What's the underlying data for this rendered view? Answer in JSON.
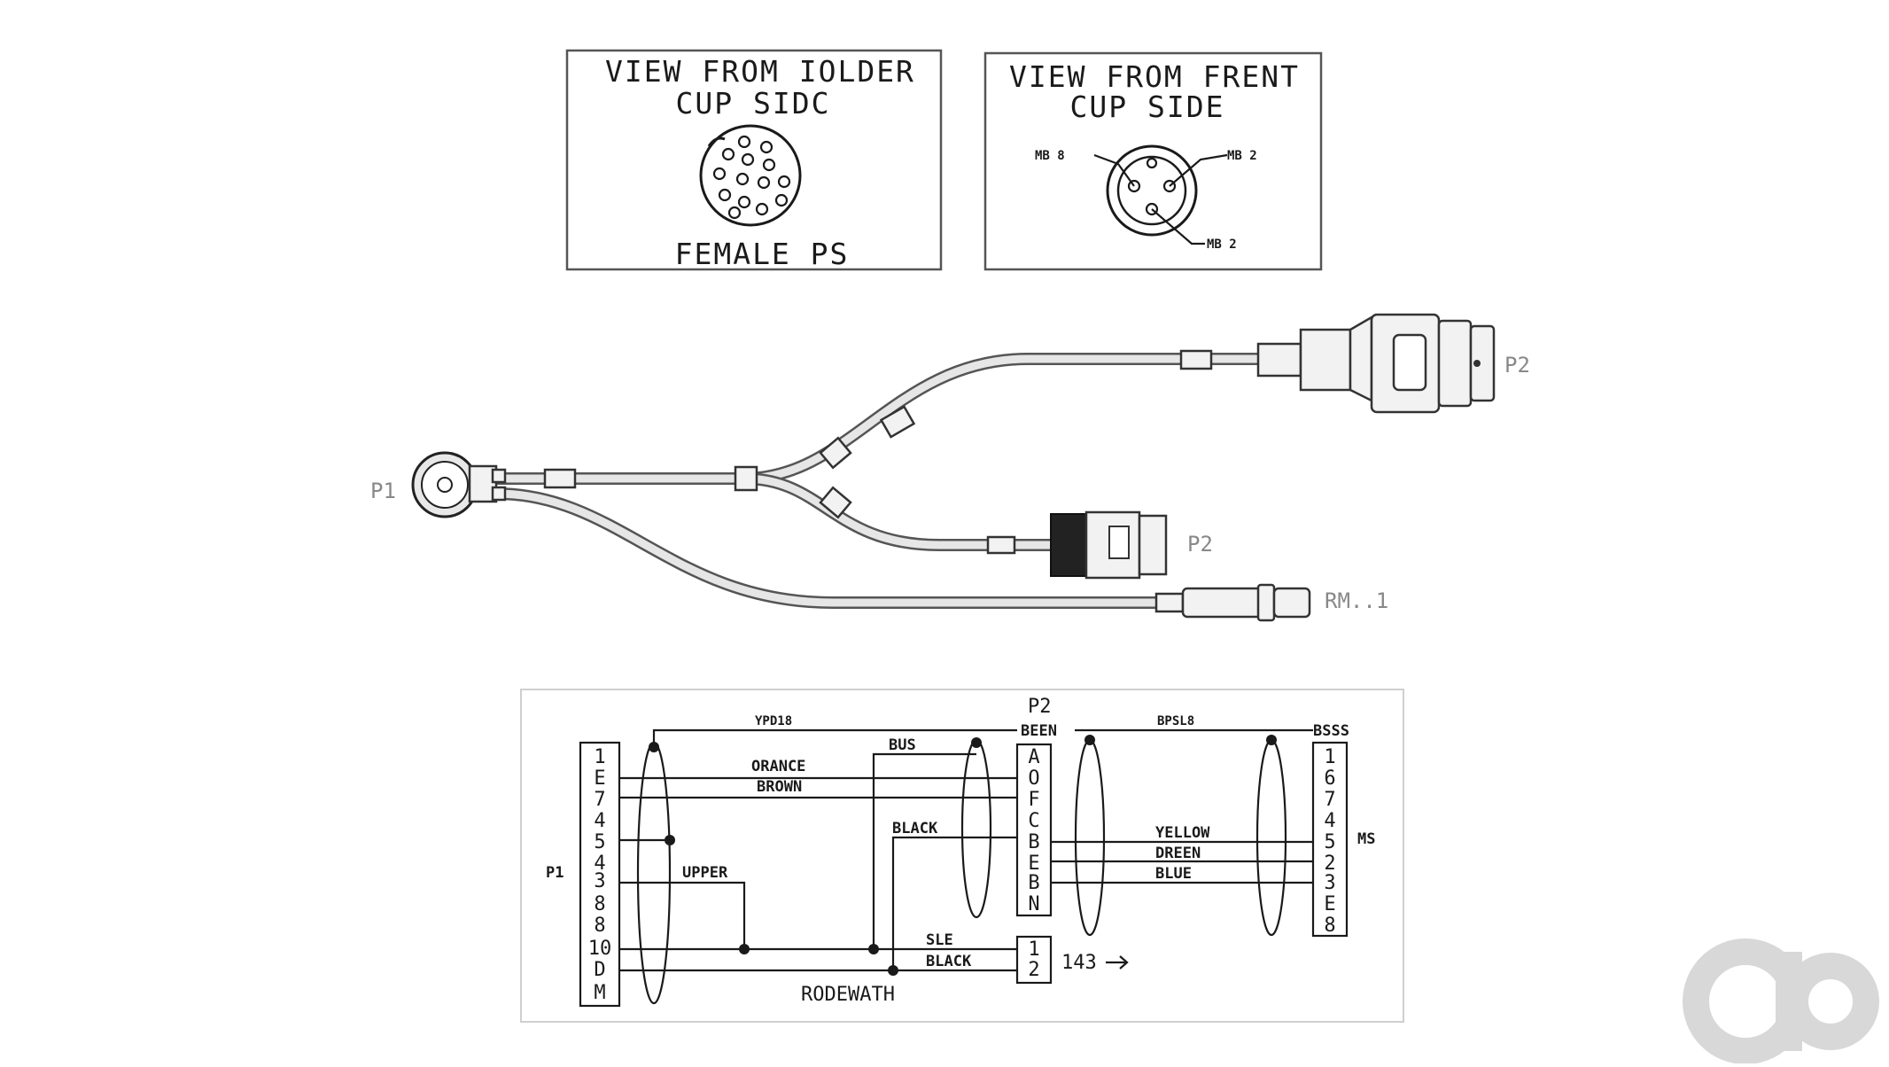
{
  "detail_left": {
    "title_line1": "VIEW FROM IOLDER",
    "title_line2": "CUP SIDC",
    "caption": "FEMALE PS"
  },
  "detail_right": {
    "title_line1": "VIEW FROM FRENT",
    "title_line2": "CUP SIDE",
    "pin_labels": [
      "MB 8",
      "MB 2",
      "MB 2"
    ]
  },
  "harness": {
    "p1_label": "P1",
    "p2_top_label": "P2",
    "p2_mid_label": "P2",
    "p3_label": "RM..1"
  },
  "schematic": {
    "p1_label": "P1",
    "p1_pins": [
      "1",
      "E",
      "7",
      "4",
      "5",
      "4",
      "3",
      "8",
      "8",
      "10",
      "D",
      "M"
    ],
    "p2_label": "P2",
    "p2_header": "BEEN",
    "p2_pins": [
      "A",
      "O",
      "F",
      "C",
      "B",
      "E",
      "B",
      "N"
    ],
    "p2_aux_pins": [
      "1",
      "2"
    ],
    "ms_header": "BSSS",
    "ms_label": "MS",
    "ms_pins": [
      "1",
      "6",
      "7",
      "4",
      "5",
      "2",
      "3",
      "E",
      "8"
    ],
    "shield_label_left": "YPD18",
    "shield_label_right": "BPSL8",
    "wires": {
      "orange": "ORANCE",
      "brown": "BROWN",
      "bus": "BUS",
      "black_mid": "BLACK",
      "upper": "UPPER",
      "yellow": "YELLOW",
      "green": "DREEN",
      "blue": "BLUE",
      "sle": "SLE",
      "black_low": "BLACK"
    },
    "arrow_label": "143",
    "footer": "RODEWATH"
  },
  "logo": {
    "name": "ao-logo-icon"
  }
}
